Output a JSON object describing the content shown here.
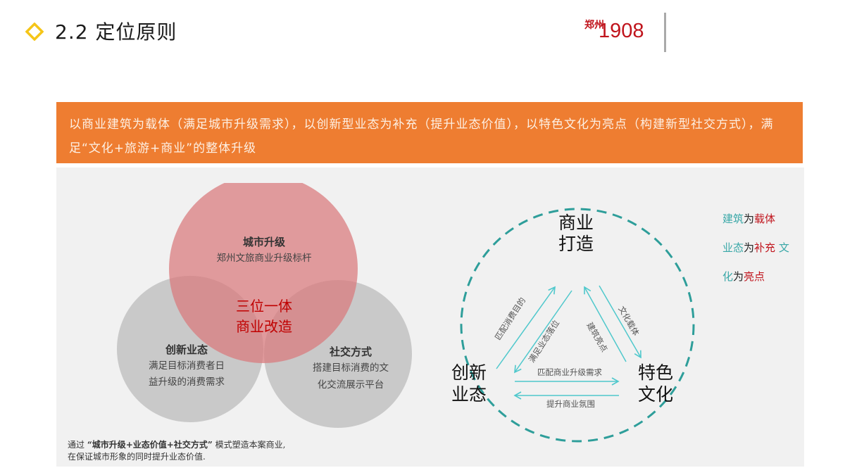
{
  "header": {
    "section_number": "2.2",
    "title": "2.2 定位原则",
    "icon": "diamond-outline-icon",
    "brand_city": "郑州",
    "brand_year": "1908"
  },
  "banner": {
    "text": "以商业建筑为载体（满足城市升级需求），以创新型业态为补充（提升业态价值），以特色文化为亮点（构建新型社交方式），满足“文化+旅游+商业”的整体升级"
  },
  "venn": {
    "top": {
      "title": "城市升级",
      "desc": "郑州文旅商业升级标杆"
    },
    "left": {
      "title": "创新业态",
      "desc_line1": "满足目标消费者日",
      "desc_line2": "益升级的消费需求"
    },
    "right": {
      "title": "社交方式",
      "desc_line1": "搭建目标消费的文",
      "desc_line2": "化交流展示平台"
    },
    "center_line1": "三位一体",
    "center_line2": "商业改造"
  },
  "cycle": {
    "nodes": {
      "top": {
        "line1": "商业",
        "line2": "打造"
      },
      "left": {
        "line1": "创新",
        "line2": "业态"
      },
      "right": {
        "line1": "特色",
        "line2": "文化"
      }
    },
    "edges": {
      "left_up": "匹配消费目的",
      "left_down": "满足业态落位",
      "right_up": "建筑亮点",
      "right_down": "文化载体",
      "bottom_right": "匹配商业升级需求",
      "bottom_left": "提升商业氛围"
    }
  },
  "side_note": {
    "l1_a": "建筑",
    "l1_b": "为",
    "l1_c": "载体",
    "l2_a": "业态",
    "l2_b": "为",
    "l2_c": "补充",
    "l2_d": " 文",
    "l3_a": "化",
    "l3_b": "为",
    "l3_c": "亮点"
  },
  "footer": {
    "prefix": "通过",
    "highlight": "“城市升级+业态价值+社交方式”",
    "suffix": "模式塑造本案商业,",
    "line2": "在保证城市形象的同时提升业态价值."
  },
  "colors": {
    "accent_orange": "#ee7d31",
    "brand_red": "#c0141c",
    "diamond_yellow": "#f5c518",
    "teal_dashed": "#2e9e9a",
    "teal_arrow": "#4fc8cc",
    "venn_pink": "#d9797c",
    "venn_gray": "#c6c6c6",
    "panel_bg": "#f1f1f1"
  }
}
